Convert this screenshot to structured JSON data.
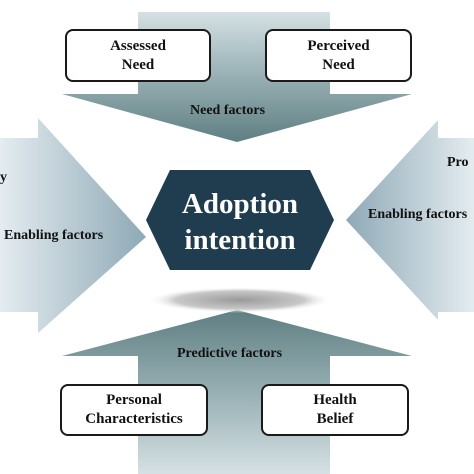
{
  "center": {
    "line1": "Adoption",
    "line2": "intention"
  },
  "top": {
    "arrow_label": "Need factors",
    "boxes": [
      {
        "line1": "Assessed",
        "line2": "Need"
      },
      {
        "line1": "Perceived",
        "line2": "Need"
      }
    ]
  },
  "left": {
    "arrow_label": "Enabling factors",
    "clipped_text": "y"
  },
  "right": {
    "arrow_label": "Enabling factors",
    "clipped_text": "Pro"
  },
  "bottom": {
    "arrow_label": "Predictive factors",
    "boxes": [
      {
        "line1": "Personal",
        "line2": "Characteristics"
      },
      {
        "line1": "Health",
        "line2": "Belief"
      }
    ]
  },
  "colors": {
    "center_fill": "#1f3d4f",
    "arrow_dark": "#5f7f82",
    "arrow_light": "#d5e1e4",
    "side_dark": "#8ea9b6",
    "side_light": "#e4ecf0"
  }
}
